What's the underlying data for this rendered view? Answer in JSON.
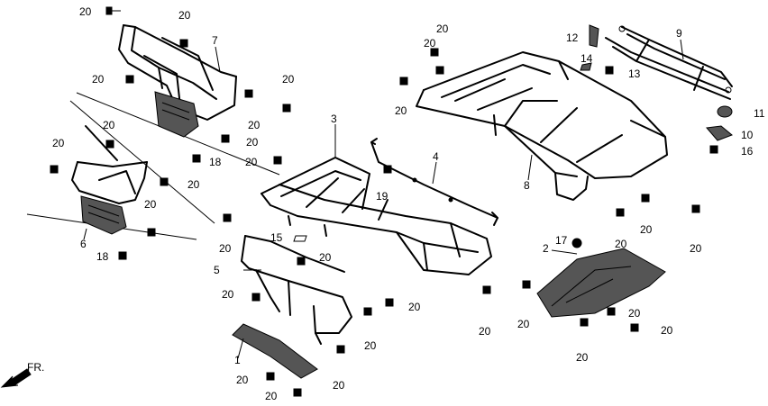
{
  "direction_label": "FR.",
  "parts": {
    "p1": "1",
    "p2": "2",
    "p3": "3",
    "p4": "4",
    "p5": "5",
    "p6": "6",
    "p7": "7",
    "p8": "8",
    "p9": "9",
    "p10": "10",
    "p11": "11",
    "p12": "12",
    "p13": "13",
    "p14": "14",
    "p15": "15",
    "p16": "16",
    "p17": "17",
    "p18": "18",
    "p19": "19",
    "p20": "20"
  }
}
